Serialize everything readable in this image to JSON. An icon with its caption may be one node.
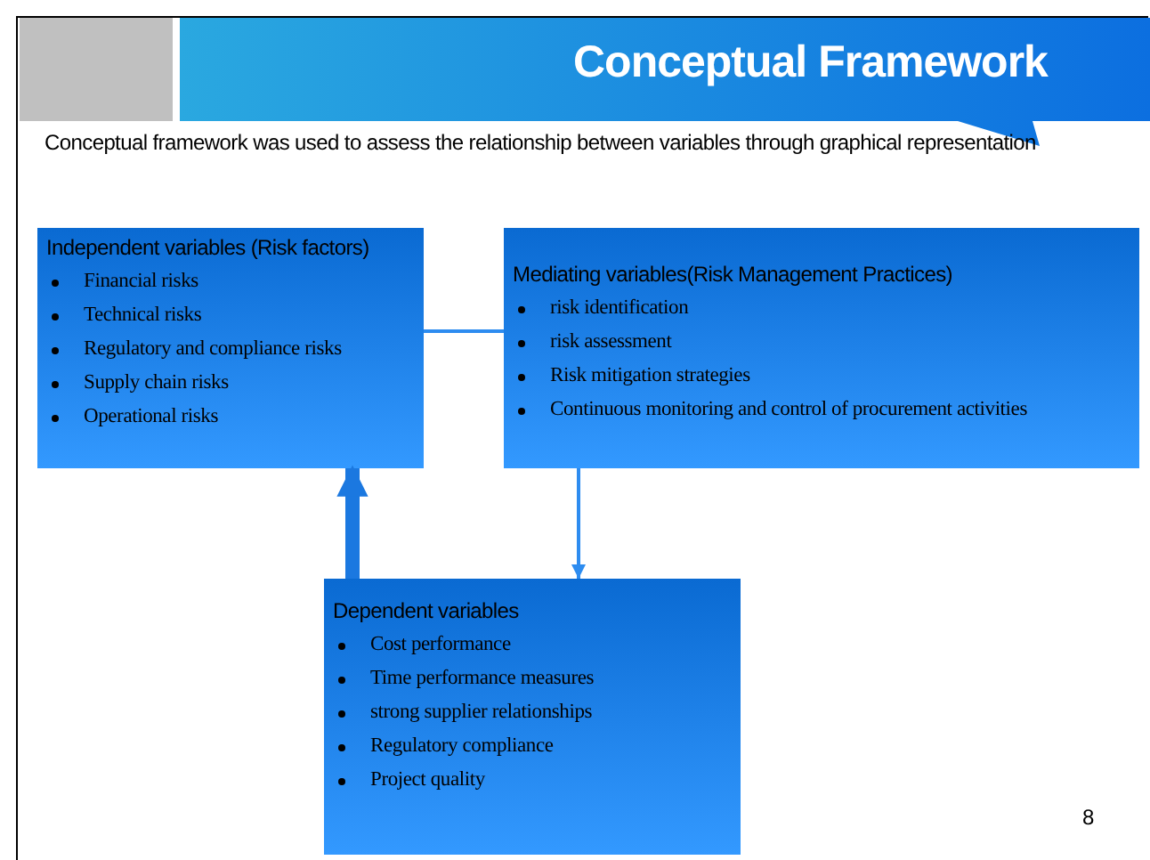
{
  "diagram": {
    "title": "Conceptual Framework",
    "nodes": [
      {
        "text": [
          "Independent variables (Risk factors)",
          "Financial risks",
          "Technical risks",
          "Regulatory and compliance risks",
          "Supply chain risks",
          "Operational risks"
        ]
      },
      {
        "text": [
          "Mediating variables(Risk Management Practices)",
          "risk identification",
          "risk assessment",
          "Risk mitigation strategies",
          "Continuous monitoring and control of procurement activities"
        ]
      },
      {
        "text": [
          "Dependent variables",
          "Cost performance",
          "Time performance measures",
          "strong supplier relationships",
          "Regulatory compliance",
          "Project quality"
        ]
      }
    ],
    "edges": [
      {
        "from": 0,
        "to": 1,
        "arrow": "none"
      },
      {
        "from": 1,
        "to": 2,
        "arrow": "to"
      },
      {
        "from": 2,
        "to": 0,
        "arrow": "to",
        "style": "thick"
      }
    ],
    "labels": [
      "Conceptual framework was used to assess the relationship between variables through graphical representation",
      "8"
    ]
  }
}
